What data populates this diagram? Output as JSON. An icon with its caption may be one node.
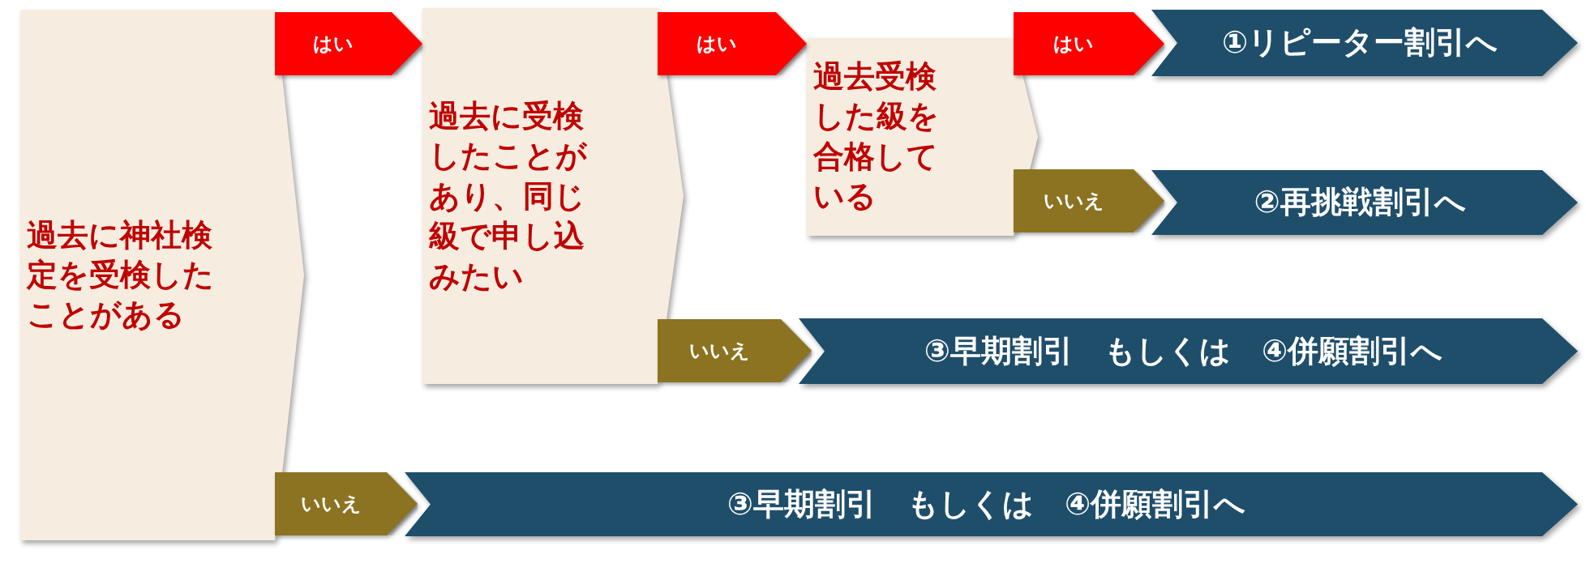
{
  "diagram": {
    "nodes": [
      {
        "text": [
          "過去に神社検定を受検したことがある"
        ]
      },
      {
        "text": [
          "過去に受検したことがあり、同じ級で申し込みたい"
        ]
      },
      {
        "text": [
          "過去受検した級を合格している"
        ]
      },
      {
        "text": [
          "①リピーター割引へ"
        ]
      },
      {
        "text": [
          "②再挑戦割引へ"
        ]
      },
      {
        "text": [
          "③早期割引　もしくは　④併願割引へ"
        ]
      },
      {
        "text": [
          "③早期割引　もしくは　④併願割引へ"
        ]
      }
    ],
    "edges": [
      {
        "from": 0,
        "to": 1,
        "arrow": "to",
        "label": "はい",
        "color": "#ff0000"
      },
      {
        "from": 1,
        "to": 2,
        "arrow": "to",
        "label": "はい",
        "color": "#ff0000"
      },
      {
        "from": 2,
        "to": 3,
        "arrow": "to",
        "label": "はい",
        "color": "#ff0000"
      },
      {
        "from": 2,
        "to": 4,
        "arrow": "to",
        "label": "いいえ",
        "color": "#8b7322"
      },
      {
        "from": 1,
        "to": 5,
        "arrow": "to",
        "label": "いいえ",
        "color": "#8b7322"
      },
      {
        "from": 0,
        "to": 6,
        "arrow": "to",
        "label": "いいえ",
        "color": "#8b7322"
      }
    ]
  }
}
